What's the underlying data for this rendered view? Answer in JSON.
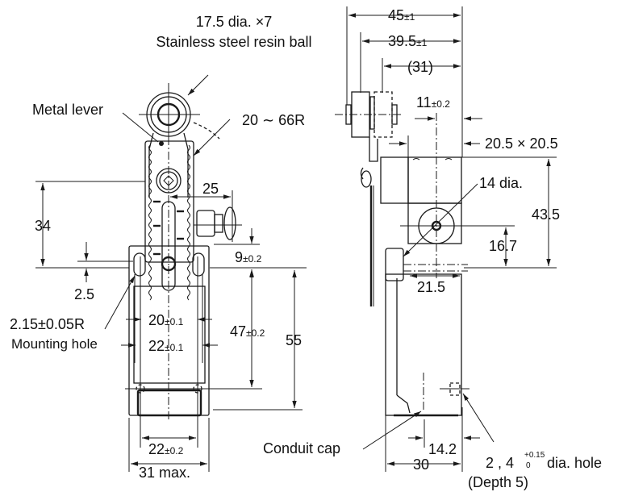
{
  "title": "Limit switch roller lever dimensions (mm)",
  "front_view": {
    "ball_label_line1": "17.5 dia. ×7",
    "ball_label_line2": "Stainless steel resin ball",
    "lever_label": "Metal lever",
    "radius_label": "20 ∼ 66R",
    "dim_25": "25",
    "dim_34": "34",
    "dim_9": "9",
    "dim_9_tol": "±0.2",
    "dim_2_5": "2.5",
    "hole_radius": "2.15±0.05R",
    "hole_label": "Mounting hole",
    "dim_20": "20",
    "dim_20_tol": "±0.1",
    "dim_22a": "22",
    "dim_22a_tol": "±0.1",
    "dim_47": "47",
    "dim_47_tol": "±0.2",
    "dim_55": "55",
    "dim_22b": "22",
    "dim_22b_tol": "±0.2",
    "dim_31max": "31 max."
  },
  "side_view": {
    "dim_45": "45",
    "dim_45_tol": "±1",
    "dim_39_5": "39.5",
    "dim_39_5_tol": "±1",
    "dim_31": "(31)",
    "dim_11": "11",
    "dim_11_tol": "±0.2",
    "dim_20_5": "20.5 × 20.5",
    "dia_14": "14 dia.",
    "dim_43_5": "43.5",
    "dim_16_7": "16.7",
    "dim_21_5": "21.5",
    "conduit_cap": "Conduit cap",
    "dim_14_2": "14.2",
    "dim_30": "30",
    "hole_prefix": "2 , 4",
    "hole_tol_upper": "+0.15",
    "hole_tol_lower": "0",
    "hole_suffix": " dia. hole",
    "hole_depth": "(Depth 5)"
  }
}
